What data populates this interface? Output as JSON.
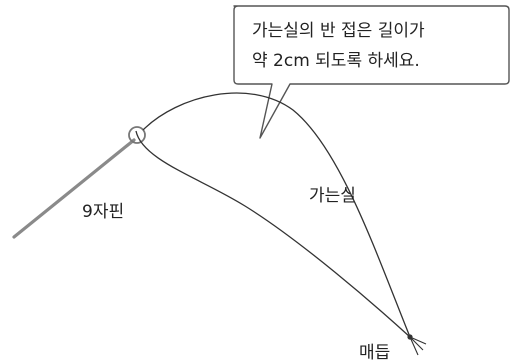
{
  "callout": {
    "line1": "가는실의 반 접은 길이가",
    "line2": "약 2cm 되도록 하세요."
  },
  "labels": {
    "pin": "9자핀",
    "thread": "가는실",
    "knot": "매듭"
  },
  "colors": {
    "pin": "#8a8a8a",
    "thread": "#333333",
    "outline": "#555555",
    "text": "#222222"
  }
}
